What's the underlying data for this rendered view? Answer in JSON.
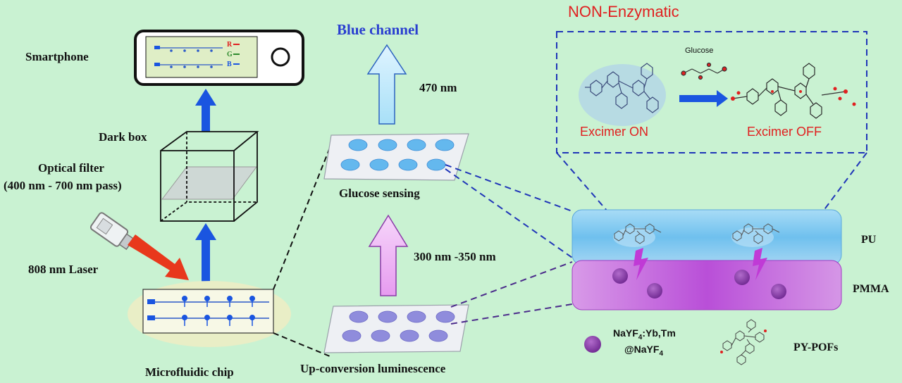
{
  "labels": {
    "smartphone": "Smartphone",
    "dark_box": "Dark box",
    "optical_filter": "Optical filter",
    "filter_pass": "(400 nm - 700 nm pass)",
    "laser": "808 nm  Laser",
    "microfluidic_chip": "Microfluidic chip",
    "blue_channel": "Blue channel",
    "emission_wavelength": "470 nm",
    "glucose_sensing": "Glucose sensing",
    "excitation_range": "300 nm -350 nm",
    "upconversion": "Up-conversion luminescence",
    "non_enzymatic": "NON-Enzymatic",
    "glucose": "Glucose",
    "excimer_on": "Excimer ON",
    "excimer_off": "Excimer OFF",
    "layer_pu": "PU",
    "layer_pmma": "PMMA",
    "ucnp_line1": "NaYF",
    "ucnp_sub1": "4",
    "ucnp_line1_suffix": ":Yb,Tm",
    "ucnp_line2": "@NaYF",
    "ucnp_sub2": "4",
    "pyPofs": "PY-POFs"
  },
  "rgb_channels": [
    "R",
    "G",
    "B"
  ],
  "colors": {
    "background": "#c9f2d2",
    "blue_arrow": "#1a55e0",
    "red_arrow": "#e8381c",
    "dashed_blue": "#1f35b8",
    "dashed_purple": "#4a2a8a",
    "title_red": "#e02020",
    "pu_layer": "#7ec8ef",
    "pmma_layer": "#c76ee0",
    "particle": "#8a3aa8"
  }
}
